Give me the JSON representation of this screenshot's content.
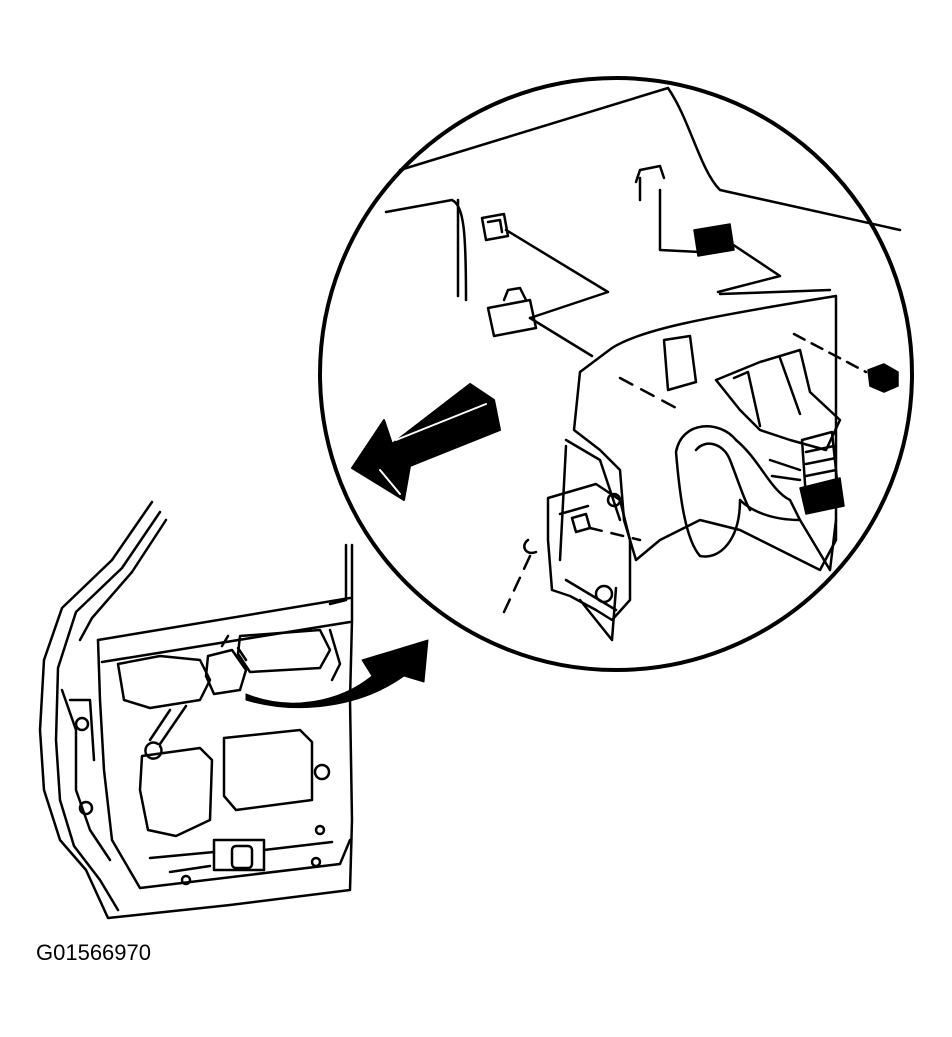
{
  "figure": {
    "id_label": "G01566970"
  },
  "colors": {
    "ink": "#000000",
    "paper": "#ffffff"
  },
  "icons": {
    "direction_arrow": "block-arrow-pointing-lower-left",
    "callout_arrow": "curved-arrow-to-detail-circle"
  }
}
